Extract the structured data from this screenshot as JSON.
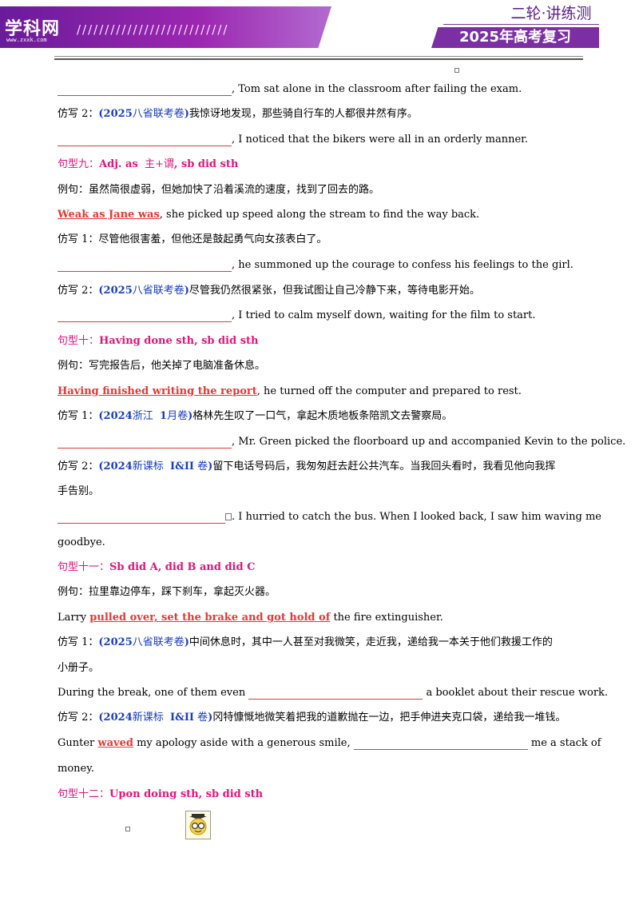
{
  "header": {
    "logo": "学科网",
    "logo_url": "www.zxxk.com",
    "slashes": "///////////////////////////",
    "badge_top": "二轮·讲练测",
    "badge_bottom": "2025年高考复习"
  },
  "lines": {
    "l1": ", Tom sat alone in the classroom after failing the exam.",
    "l2_prefix": "仿写 2：",
    "l2_src": "(2025",
    "l2_src_cn": "八省联考卷",
    "l2_src_end": ")",
    "l2_text": "我惊讶地发现，那些骑自行车的人都很井然有序。",
    "l3": ", I noticed that the bikers were all in an orderly manner.",
    "p9_cn": "句型九：",
    "p9_en": "Adj. as",
    "p9_cn2": "主+谓",
    "p9_en2": ", sb did sth",
    "l5": "例句：虽然简很虚弱，但她加快了沿着溪流的速度，找到了回去的路。",
    "l6_hl": "Weak as Jane was",
    "l6_rest": ", she picked up speed along the stream to find the way back.",
    "l7": "仿写 1：尽管他很害羞，但他还是鼓起勇气向女孩表白了。",
    "l8": ", he summoned up the courage to confess his feelings to the girl.",
    "l9_prefix": "仿写 2：",
    "l9_src": "(2025",
    "l9_src_cn": "八省联考卷",
    "l9_src_end": ")",
    "l9_text": "尽管我仍然很紧张，但我试图让自己冷静下来，等待电影开始。",
    "l10": ", I tried to calm myself down, waiting for the film to start.",
    "p10_cn": "句型十：",
    "p10_en": "Having done sth, sb did sth",
    "l12": "例句：写完报告后，他关掉了电脑准备休息。",
    "l13_hl": "Having finished writing the report",
    "l13_rest": ", he turned off the computer and prepared to rest.",
    "l14_prefix": "仿写 1：",
    "l14_src": "(2024",
    "l14_src_cn": "浙江",
    "l14_src2": "1",
    "l14_src_cn2": "月卷",
    "l14_src_end": ")",
    "l14_text": "格林先生叹了一口气，拿起木质地板条陪凯文去警察局。",
    "l15": ", Mr. Green picked the floorboard up and accompanied Kevin to the police.",
    "l16_prefix": "仿写 2：",
    "l16_src": "(2024",
    "l16_src_cn": "新课标",
    "l16_src2": "I&II",
    "l16_src_cn2": "卷",
    "l16_src_end": ")",
    "l16_text": "留下电话号码后，我匆匆赶去赶公共汽车。当我回头看时，我看见他向我挥",
    "l17": "手告别。",
    "l18": ". I hurried to catch the bus. When I looked back, I saw him waving me",
    "l19": "goodbye.",
    "p11_cn": "句型十一：",
    "p11_en": "Sb did A, did B and did C",
    "l21": "例句：拉里靠边停车，踩下刹车，拿起灭火器。",
    "l22_a": "Larry ",
    "l22_hl": "pulled over, set the brake and got hold of",
    "l22_b": " the fire extinguisher.",
    "l23_prefix": "仿写 1：",
    "l23_src": "(2025",
    "l23_src_cn": "八省联考卷",
    "l23_src_end": ")",
    "l23_text": "中间休息时，其中一人甚至对我微笑，走近我，递给我一本关于他们救援工作的",
    "l24": "小册子。",
    "l25_a": "During the break, one of them even ",
    "l25_b": " a booklet about their rescue work.",
    "l26_prefix": "仿写 2：",
    "l26_src": "(2024",
    "l26_src_cn": "新课标",
    "l26_src2": "I&II",
    "l26_src_cn2": "卷",
    "l26_src_end": ")",
    "l26_text": "冈特慷慨地微笑着把我的道歉抛在一边，把手伸进夹克口袋，递给我一堆钱。",
    "l27_a": "Gunter ",
    "l27_hl": "waved",
    "l27_b": " my apology aside with a generous smile, ",
    "l27_c": " me a stack of",
    "l28": "money.",
    "p12_cn": "句型十二：",
    "p12_en": "Upon doing sth, sb did sth"
  },
  "icons": {
    "doctor": "student-doctor-icon"
  },
  "colors": {
    "accent_purple": "#7b2fa3",
    "pattern_pink": "#e0157a",
    "source_blue": "#1a3dbf",
    "highlight_red": "#e53935"
  }
}
